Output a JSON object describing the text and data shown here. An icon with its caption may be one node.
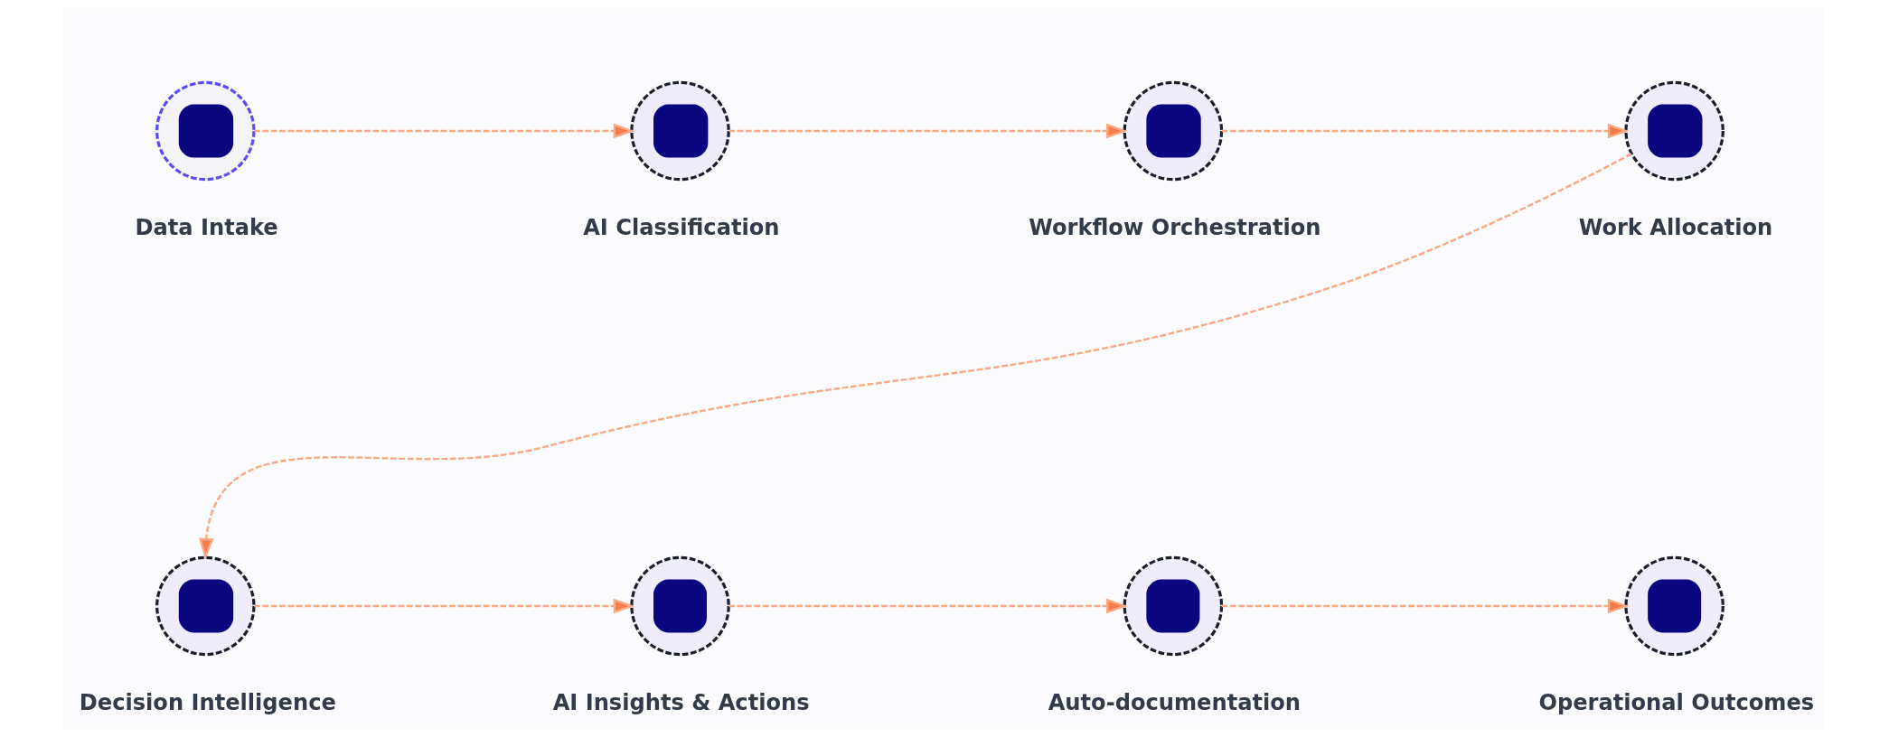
{
  "diagram": {
    "nodes": [
      {
        "text": [
          "Data Intake"
        ]
      },
      {
        "text": [
          "AI Classification"
        ]
      },
      {
        "text": [
          "Workflow Orchestration"
        ]
      },
      {
        "text": [
          "Work Allocation"
        ]
      },
      {
        "text": [
          "Decision Intelligence"
        ]
      },
      {
        "text": [
          "AI Insights & Actions"
        ]
      },
      {
        "text": [
          "Auto-documentation"
        ]
      },
      {
        "text": [
          "Operational Outcomes"
        ]
      }
    ],
    "edges": [
      {
        "from": 0,
        "to": 1,
        "arrow": "to",
        "style": "dashed"
      },
      {
        "from": 1,
        "to": 2,
        "arrow": "to",
        "style": "dashed"
      },
      {
        "from": 2,
        "to": 3,
        "arrow": "to",
        "style": "dashed"
      },
      {
        "from": 3,
        "to": 4,
        "arrow": "to",
        "style": "dashed"
      },
      {
        "from": 4,
        "to": 5,
        "arrow": "to",
        "style": "dashed"
      },
      {
        "from": 5,
        "to": 6,
        "arrow": "to",
        "style": "dashed"
      },
      {
        "from": 6,
        "to": 7,
        "arrow": "to",
        "style": "dashed"
      }
    ]
  }
}
